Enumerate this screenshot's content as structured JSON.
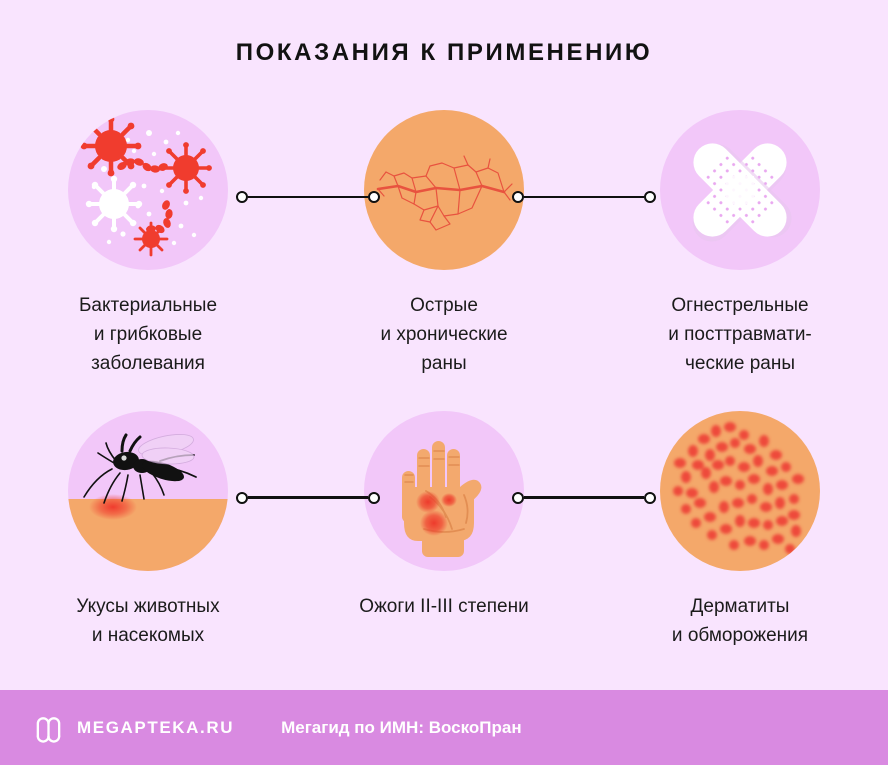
{
  "title": "ПОКАЗАНИЯ К ПРИМЕНЕНИЮ",
  "theme": {
    "background": "#F9E4FE",
    "circle_pink": "#F2C7F9",
    "skin_orange": "#F4A86A",
    "accent_red": "#F03C2E",
    "footer_bar": "#D98AE1",
    "text": "#1B1B1B",
    "connector": "#101010"
  },
  "items": [
    {
      "id": "bacterial-fungal",
      "icon": "germs-icon",
      "caption": "Бактериальные\nи грибковые\nзаболевания"
    },
    {
      "id": "acute-chronic-wounds",
      "icon": "cracked-skin-wound-icon",
      "caption": "Острые\nи хронические\nраны"
    },
    {
      "id": "gunshot-posttraumatic",
      "icon": "crossed-bandages-icon",
      "caption": "Огнестрельные\nи посттравмати-\nческие раны"
    },
    {
      "id": "animal-insect-bites",
      "icon": "mosquito-bite-icon",
      "caption": "Укусы животных\nи насекомых"
    },
    {
      "id": "burns",
      "icon": "burned-hand-icon",
      "caption": "Ожоги II-III степени"
    },
    {
      "id": "dermatitis-frostbite",
      "icon": "skin-rash-icon",
      "caption": "Дерматиты\nи обморожения"
    }
  ],
  "footer": {
    "logo": "megapteka-m-logo-icon",
    "brand": "MEGAPTEKA.RU",
    "subtitle": "Мегагид по ИМН: ВоскоПран"
  }
}
